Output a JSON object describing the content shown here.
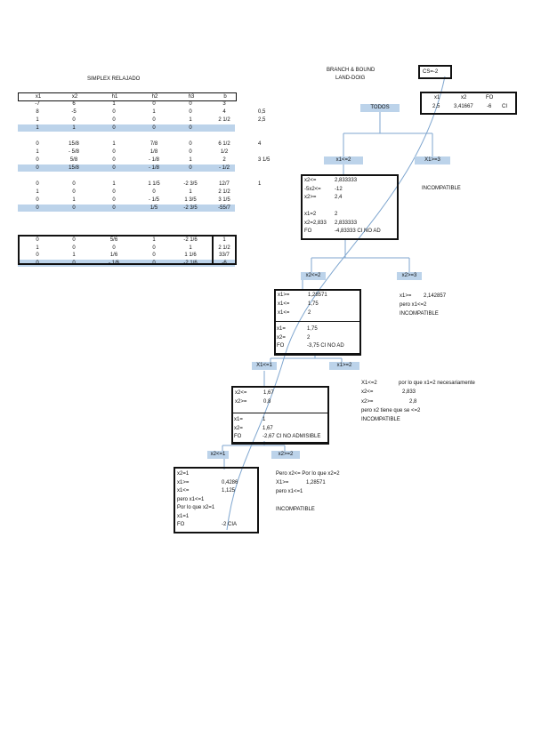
{
  "simplex_title": "SIMPLEX RELAJADO",
  "bb_title_1": "BRANCH & BOUND",
  "bb_title_2": "LAND-DOIG",
  "cs_label": "CS=-2",
  "table": {
    "headers": [
      "x1",
      "x2",
      "h1",
      "h2",
      "h3",
      "b"
    ],
    "rows": [
      {
        "cells": [
          "-7",
          "6",
          "1",
          "0",
          "0",
          "3"
        ],
        "side": "",
        "hl": false
      },
      {
        "cells": [
          "8",
          "-5",
          "0",
          "1",
          "0",
          "4"
        ],
        "side": "0,5",
        "hl": false
      },
      {
        "cells": [
          "1",
          "0",
          "0",
          "0",
          "1",
          "2 1/2"
        ],
        "side": "2,5",
        "hl": false
      },
      {
        "cells": [
          "1",
          "1",
          "0",
          "0",
          "0",
          ""
        ],
        "side": "",
        "hl": true
      },
      {
        "cells": [
          "",
          "",
          "",
          "",
          "",
          ""
        ],
        "side": "",
        "hl": false
      },
      {
        "cells": [
          "0",
          "15/8",
          "1",
          "7/8",
          "0",
          "6 1/2"
        ],
        "side": "4",
        "hl": false
      },
      {
        "cells": [
          "1",
          "- 5/8",
          "0",
          "1/8",
          "0",
          "1/2"
        ],
        "side": "",
        "hl": false
      },
      {
        "cells": [
          "0",
          "5/8",
          "0",
          "- 1/8",
          "1",
          "2"
        ],
        "side": "3 1/5",
        "hl": false
      },
      {
        "cells": [
          "0",
          "15/8",
          "0",
          "- 1/8",
          "0",
          "- 1/2"
        ],
        "side": "",
        "hl": true
      },
      {
        "cells": [
          "",
          "",
          "",
          "",
          "",
          ""
        ],
        "side": "",
        "hl": false
      },
      {
        "cells": [
          "0",
          "0",
          "1",
          "1 1/5",
          "-2 3/5",
          "12/7"
        ],
        "side": "1",
        "hl": false
      },
      {
        "cells": [
          "1",
          "0",
          "0",
          "0",
          "1",
          "2 1/2"
        ],
        "side": "",
        "hl": false
      },
      {
        "cells": [
          "0",
          "1",
          "0",
          "- 1/5",
          "1 3/5",
          "3 1/5"
        ],
        "side": "",
        "hl": false
      },
      {
        "cells": [
          "0",
          "0",
          "0",
          "1/5",
          "-2 3/5",
          "-55/7"
        ],
        "side": "",
        "hl": true
      }
    ],
    "final_rows": [
      {
        "cells": [
          "0",
          "0",
          "5/6",
          "1",
          "-2 1/6",
          "1"
        ],
        "hl": false
      },
      {
        "cells": [
          "1",
          "0",
          "0",
          "0",
          "1",
          "2 1/2"
        ],
        "hl": false
      },
      {
        "cells": [
          "0",
          "1",
          "1/6",
          "0",
          "1 1/6",
          "33/7"
        ],
        "hl": false
      },
      {
        "cells": [
          "0",
          "0",
          "- 1/6",
          "0",
          "-2 1/6",
          "-6"
        ],
        "hl": true
      }
    ]
  },
  "root": {
    "headers": [
      "x1",
      "x2",
      "FO"
    ],
    "values": [
      "2,5",
      "3,41667",
      "-6"
    ],
    "ci": "CI"
  },
  "tags": {
    "todos": "TODOS",
    "x1_le2": "x1<=2",
    "x1_ge3": "X1>=3",
    "x2_le2": "x2<=2",
    "x2_ge3": "x2>=3",
    "x1_le1": "X1<=1",
    "x1_ge2": "x1>=2",
    "x2_le1": "x2<=1",
    "x2_ge2": "x2>=2"
  },
  "node1": {
    "lines": [
      [
        "x2<=",
        "2,833333"
      ],
      [
        "-5x2<=",
        "-12"
      ],
      [
        "x2>=",
        "2,4"
      ],
      [
        "",
        ""
      ],
      [
        "x1=2",
        "2"
      ],
      [
        "x2=2,833",
        "2,833333"
      ],
      [
        "FO",
        "-4,83333 CI NO AD"
      ]
    ]
  },
  "incompatible_1": "INCOMPATIBLE",
  "node2": {
    "top": [
      [
        "x1>=",
        "1,28571"
      ],
      [
        "x1<=",
        "1,75"
      ],
      [
        "x1<=",
        "2"
      ]
    ],
    "bottom": [
      [
        "x1=",
        "1,75"
      ],
      [
        "x2=",
        "2"
      ],
      [
        "FO",
        "-3,75 CI NO AD"
      ]
    ]
  },
  "note2": {
    "l1a": "x1>=",
    "l1b": "2,142857",
    "l2": "pero x1<=2",
    "l3": "INCOMPATIBLE"
  },
  "node3": {
    "top": [
      [
        "x2<=",
        "1,67"
      ],
      [
        "x2>=",
        "0,8"
      ]
    ],
    "bottom": [
      [
        "x1=",
        "1"
      ],
      [
        "x2=",
        "1,67"
      ],
      [
        "FO",
        "-2,67 CI NO ADMISIBLE"
      ]
    ]
  },
  "note3": {
    "l1a": "X1<=2",
    "l1b": "por lo que x1=2 necesariamente",
    "l2a": "x2<=",
    "l2b": "2,833",
    "l3a": "x2>=",
    "l3b": "2,8",
    "l4": "pero x2 tiene que se <=2",
    "l5": "INCOMPATIBLE"
  },
  "node4": {
    "lines": [
      [
        "x2=1",
        ""
      ],
      [
        "x1>=",
        "0,4286"
      ],
      [
        "x1<=",
        "1,125"
      ],
      [
        "pero x1<=1",
        ""
      ],
      [
        "Por lo que x2=1",
        ""
      ],
      [
        "x1=1",
        ""
      ],
      [
        "FO",
        "-2 CIA"
      ]
    ]
  },
  "note4": {
    "l1": "Pero x2<= Por lo que x2=2",
    "l2a": "X1>=",
    "l2b": "1,28571",
    "l3": "pero x1<=1",
    "l4": "INCOMPATIBLE"
  }
}
